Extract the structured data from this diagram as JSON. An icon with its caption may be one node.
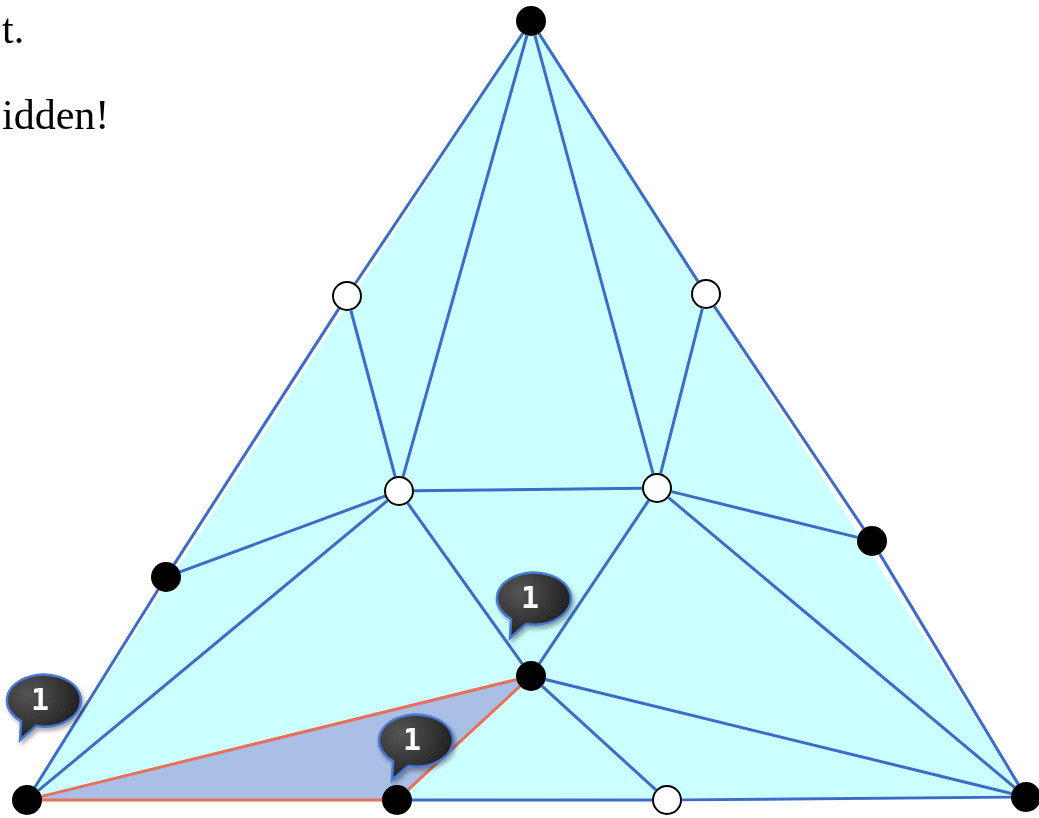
{
  "diagram": {
    "nodes": [
      {
        "text": [],
        "shape": "circle"
      },
      {
        "text": [],
        "shape": "circle"
      },
      {
        "text": [],
        "shape": "circle"
      },
      {
        "text": [],
        "shape": "circle"
      },
      {
        "text": [],
        "shape": "circle"
      },
      {
        "text": [],
        "shape": "circle"
      },
      {
        "text": [],
        "shape": "circle"
      },
      {
        "text": [
          "1"
        ]
      },
      {
        "text": [],
        "shape": "circle"
      },
      {
        "text": [
          "1"
        ]
      },
      {
        "text": [
          "1"
        ]
      },
      {
        "text": [],
        "shape": "circle"
      },
      {
        "text": [],
        "shape": "circle"
      },
      {
        "text": [],
        "shape": "circle"
      },
      {
        "text": [],
        "shape": "circle"
      }
    ],
    "edges": [
      {
        "from": 0,
        "to": 1,
        "arrow": "none"
      },
      {
        "from": 1,
        "to": 6,
        "arrow": "none"
      },
      {
        "from": 6,
        "to": 11,
        "arrow": "none"
      },
      {
        "from": 0,
        "to": 2,
        "arrow": "none"
      },
      {
        "from": 2,
        "to": 5,
        "arrow": "none"
      },
      {
        "from": 5,
        "to": 14,
        "arrow": "none"
      },
      {
        "from": 11,
        "to": 12,
        "arrow": "none",
        "color": "#e8705a"
      },
      {
        "from": 12,
        "to": 13,
        "arrow": "none"
      },
      {
        "from": 13,
        "to": 14,
        "arrow": "none"
      },
      {
        "from": 0,
        "to": 3,
        "arrow": "none"
      },
      {
        "from": 0,
        "to": 4,
        "arrow": "none"
      },
      {
        "from": 1,
        "to": 3,
        "arrow": "none"
      },
      {
        "from": 2,
        "to": 4,
        "arrow": "none"
      },
      {
        "from": 3,
        "to": 4,
        "arrow": "none"
      },
      {
        "from": 3,
        "to": 6,
        "arrow": "none"
      },
      {
        "from": 3,
        "to": 11,
        "arrow": "none"
      },
      {
        "from": 3,
        "to": 8,
        "arrow": "none"
      },
      {
        "from": 4,
        "to": 8,
        "arrow": "none"
      },
      {
        "from": 4,
        "to": 5,
        "arrow": "none"
      },
      {
        "from": 4,
        "to": 14,
        "arrow": "none"
      },
      {
        "from": 8,
        "to": 14,
        "arrow": "none"
      },
      {
        "from": 8,
        "to": 13,
        "arrow": "none"
      },
      {
        "from": 11,
        "to": 8,
        "arrow": "none",
        "color": "#e8705a"
      },
      {
        "from": 8,
        "to": 12,
        "arrow": "none",
        "color": "#e8705a"
      }
    ],
    "labels": [
      "t.",
      "idden!"
    ]
  }
}
